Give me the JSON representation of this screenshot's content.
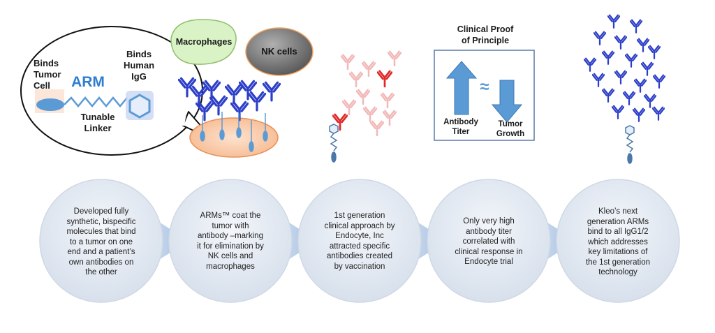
{
  "panel_arm": {
    "binds_tumor_cell": [
      "Binds",
      "Tumor",
      "Cell"
    ],
    "arm_label": "ARM",
    "binds_human_igg": [
      "Binds",
      "Human",
      "IgG"
    ],
    "tunable_linker": [
      "Tunable",
      "Linker"
    ]
  },
  "panel_coat": {
    "macrophages": "Macrophages",
    "nk_cells": "NK cells"
  },
  "panel_proof": {
    "title": [
      "Clinical Proof",
      "of Principle"
    ],
    "antibody_titer": [
      "Antibody",
      "Titer"
    ],
    "tumor_growth": [
      "Tumor",
      "Growth"
    ],
    "approx_symbol": "≈"
  },
  "steps": [
    {
      "lines": [
        "Developed fully",
        "synthetic, bispecific",
        "molecules that bind",
        "to a tumor on one",
        "end and a patient’s",
        "own antibodies on",
        "the other"
      ]
    },
    {
      "lines": [
        "ARMs™ coat the",
        "tumor with",
        "antibody –marking",
        "it for elimination by",
        "NK cells and",
        "macrophages"
      ]
    },
    {
      "lines": [
        "1st generation",
        "clinical approach by",
        "Endocyte, Inc",
        "attracted specific",
        "antibodies created",
        "by vaccination"
      ]
    },
    {
      "lines": [
        "Only very high",
        "antibody titer",
        "correlated with",
        "clinical response in",
        "Endocyte trial"
      ]
    },
    {
      "lines": [
        "Kleo’s next",
        "generation ARMs",
        "bind to all IgG1/2",
        "which addresses",
        "key limitations of",
        "the 1st generation",
        "technology"
      ]
    }
  ],
  "colors": {
    "antibody_blue": "#2d3fc8",
    "antibody_pink": "#f2b8b8",
    "antibody_red": "#e02a2a",
    "arm_blue": "#2e7dd1",
    "linker_blue": "#5b9bd5",
    "tumor_orange": "#f9c9a6",
    "macrophage_green": "#d9f2c6",
    "nk_gray": "#7a7a7a",
    "circle_fill": "#dfe7f1",
    "arrow_fill": "#b7cbe6"
  }
}
